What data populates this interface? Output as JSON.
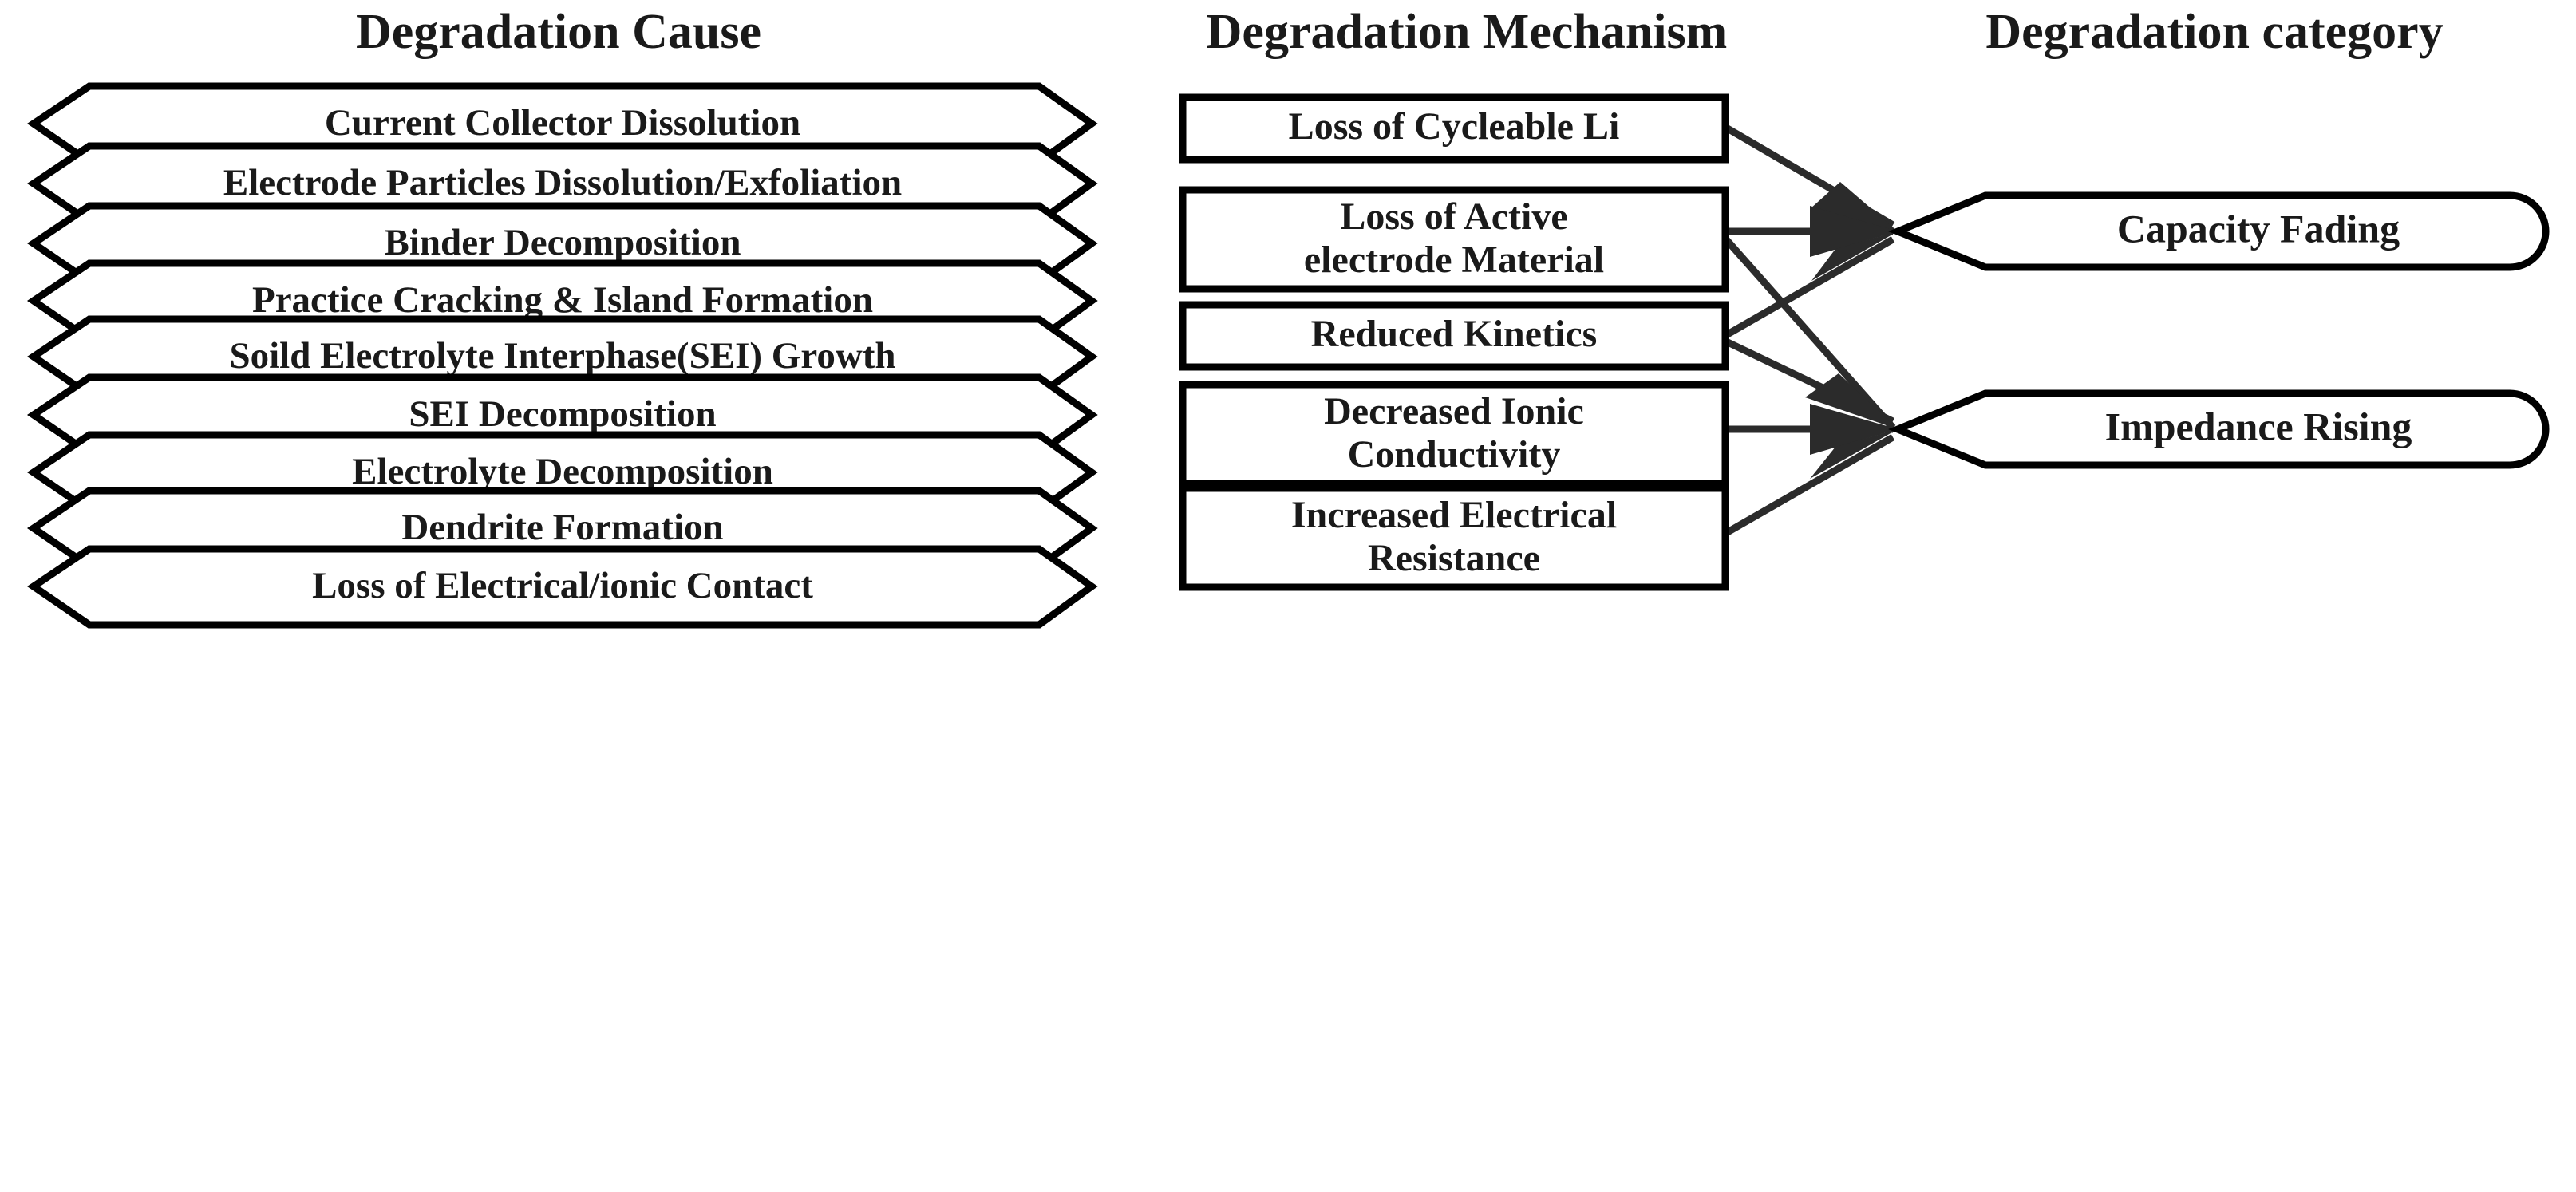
{
  "headers": {
    "causes": "Degradation  Cause",
    "mechanisms": "Degradation Mechanism",
    "categories": "Degradation category"
  },
  "colors": {
    "stroke": "#000000",
    "edge": "#2b2b2b",
    "text": "#1a1a1a",
    "background": "#ffffff"
  },
  "causes": [
    {
      "id": "current-collector-dissolution",
      "label": "Current Collector Dissolution"
    },
    {
      "id": "electrode-particles-dissolution-exfoliation",
      "label": "Electrode Particles Dissolution/Exfoliation"
    },
    {
      "id": "binder-decomposition",
      "label": "Binder Decomposition"
    },
    {
      "id": "practice-cracking-island-formation",
      "label": "Practice Cracking & Island Formation"
    },
    {
      "id": "sei-growth",
      "label": "Soild Electrolyte Interphase(SEI) Growth"
    },
    {
      "id": "sei-decomposition",
      "label": "SEI Decomposition"
    },
    {
      "id": "electrolyte-decomposition",
      "label": "Electrolyte Decomposition"
    },
    {
      "id": "dendrite-formation",
      "label": "Dendrite Formation"
    },
    {
      "id": "loss-of-electrical-ionic-contact",
      "label": "Loss of Electrical/ionic Contact"
    }
  ],
  "mechanisms": [
    {
      "id": "loss-of-cycleable-li",
      "lines": [
        "Loss of Cycleable Li"
      ]
    },
    {
      "id": "loss-of-active-electrode-material",
      "lines": [
        "Loss of Active",
        "electrode Material"
      ]
    },
    {
      "id": "reduced-kinetics",
      "lines": [
        "Reduced Kinetics"
      ]
    },
    {
      "id": "decreased-ionic-conductivity",
      "lines": [
        "Decreased  Ionic",
        "Conductivity"
      ]
    },
    {
      "id": "increased-electrical-resistance",
      "lines": [
        "Increased Electrical",
        "Resistance"
      ]
    }
  ],
  "categories": [
    {
      "id": "capacity-fading",
      "label": "Capacity Fading"
    },
    {
      "id": "impedance-rising",
      "label": "Impedance Rising"
    }
  ],
  "edges": [
    {
      "from": "loss-of-cycleable-li",
      "to": "capacity-fading"
    },
    {
      "from": "loss-of-active-electrode-material",
      "to": "capacity-fading"
    },
    {
      "from": "loss-of-active-electrode-material",
      "to": "impedance-rising"
    },
    {
      "from": "reduced-kinetics",
      "to": "capacity-fading"
    },
    {
      "from": "reduced-kinetics",
      "to": "impedance-rising"
    },
    {
      "from": "decreased-ionic-conductivity",
      "to": "impedance-rising"
    },
    {
      "from": "increased-electrical-resistance",
      "to": "impedance-rising"
    }
  ]
}
